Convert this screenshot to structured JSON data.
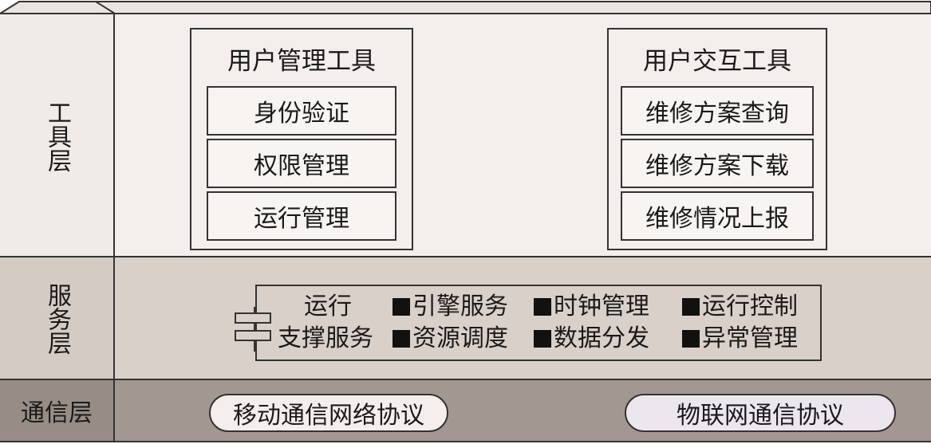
{
  "layers": {
    "tools": {
      "label": "工具层",
      "groups": [
        {
          "title": "用户管理工具",
          "items": [
            "身份验证",
            "权限管理",
            "运行管理"
          ]
        },
        {
          "title": "用户交互工具",
          "items": [
            "维修方案查询",
            "维修方案下载",
            "维修情况上报"
          ]
        }
      ]
    },
    "service": {
      "label": "服务层",
      "platform_line1": "运行",
      "platform_line2": "支撑服务",
      "services": [
        "引擎服务",
        "时钟管理",
        "运行控制",
        "资源调度",
        "数据分发",
        "异常管理"
      ]
    },
    "communication": {
      "label": "通信层",
      "protocols": [
        "移动通信网络协议",
        "物联网通信协议"
      ]
    }
  },
  "colors": {
    "tools_bg": "#f4efec",
    "service_bg": "#d9d0ca",
    "communication_bg": "#a29891",
    "border": "#333333"
  }
}
